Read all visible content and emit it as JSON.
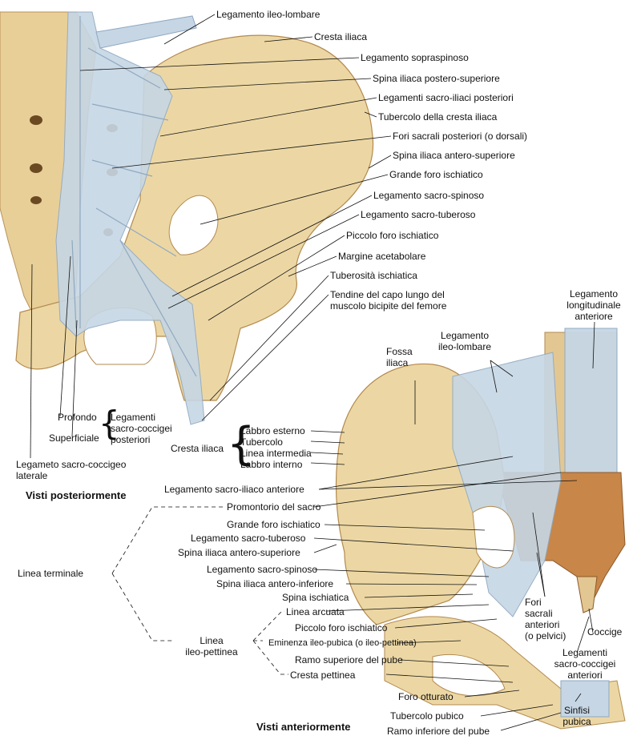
{
  "posterior": {
    "title": "Visti posteriormente",
    "labels": [
      "Legamento ileo-lombare",
      "Cresta iliaca",
      "Legamento sopraspinoso",
      "Spina iliaca postero-superiore",
      "Legamenti sacro-iliaci posteriori",
      "Tubercolo della cresta iliaca",
      "Fori sacrali posteriori (o dorsali)",
      "Spina iliaca antero-superiore",
      "Grande foro ischiatico",
      "Legamento sacro-spinoso",
      "Legamento sacro-tuberoso",
      "Piccolo foro ischiatico",
      "Margine acetabolare",
      "Tuberosità ischiatica",
      "Tendine del capo lungo del",
      "muscolo bicipite del femore"
    ],
    "coccygeal": {
      "deep": "Profondo",
      "superficial": "Superficiale",
      "group": [
        "Legamenti",
        "sacro-coccigei",
        "posteriori"
      ],
      "lateral": [
        "Legameto sacro-coccigeo",
        "laterale"
      ]
    },
    "crest": {
      "name": "Cresta iliaca",
      "parts": [
        "Labbro esterno",
        "Tubercolo",
        "Linea intermedia",
        "Labbro interno"
      ]
    }
  },
  "anterior": {
    "title": "Visti anteriormente",
    "top_labels": {
      "longitudinal": [
        "Legamento",
        "longitudinale",
        "anteriore"
      ],
      "iliolumbar": [
        "Legamento",
        "ileo-lombare"
      ],
      "fossa": [
        "Fossa",
        "iliaca"
      ]
    },
    "labels": [
      "Legamento sacro-iliaco anteriore",
      "Promontorio del sacro",
      "Grande foro ischiatico",
      "Legamento sacro-tuberoso",
      "Spina iliaca antero-superiore",
      "Legamento sacro-spinoso",
      "Spina iliaca antero-inferiore",
      "Spina ischiatica",
      "Linea arcuata",
      "Piccolo foro ischiatico",
      "Eminenza ileo-pubica (o ileo-pettinea)",
      "Ramo superiore del pube",
      "Cresta pettinea",
      "Foro otturato",
      "Tubercolo pubico",
      "Ramo inferiore del pube"
    ],
    "terminal_line": "Linea terminale",
    "iliopectineal_line": [
      "Linea",
      "ileo-pettinea"
    ],
    "foramina": [
      "Fori",
      "sacrali",
      "anteriori",
      "(o pelvici)"
    ],
    "coccyx": "Coccige",
    "anterior_coccygeal": [
      "Legamenti",
      "sacro-coccigei",
      "anteriori"
    ],
    "symphysis": [
      "Sinfisi",
      "pubica"
    ]
  },
  "colors": {
    "bone": "#ecd7a4",
    "bone_dark": "#c9a86c",
    "ligament": "#b9cde0",
    "ligament_light": "#dbe6ef",
    "sacrum_anterior": "#c88648",
    "text": "#111111"
  }
}
